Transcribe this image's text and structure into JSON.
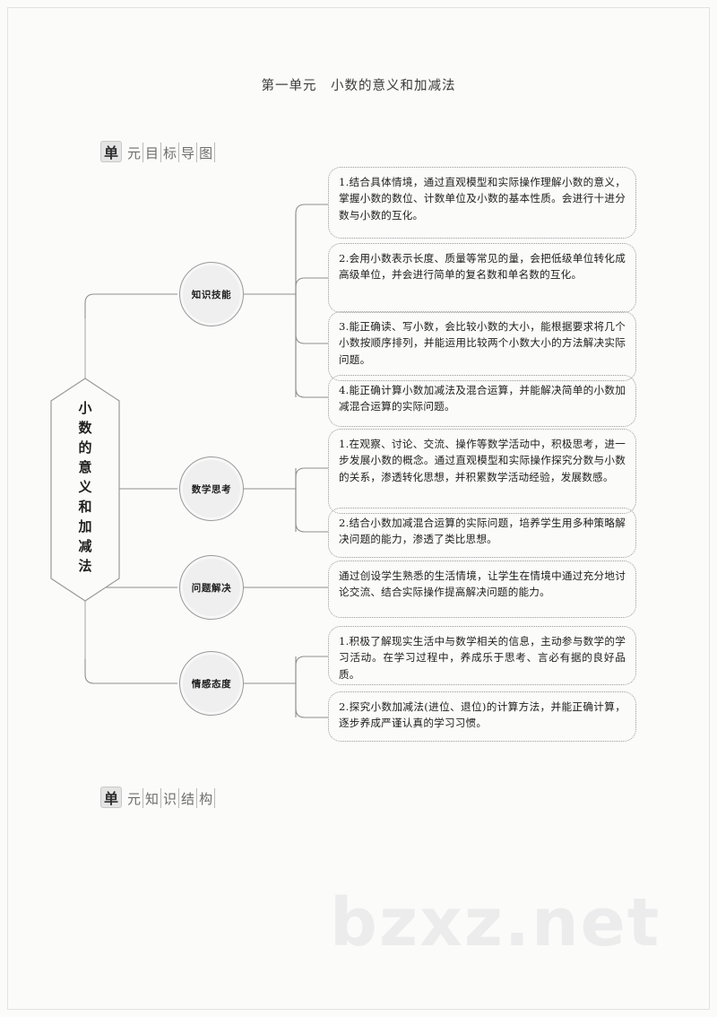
{
  "document": {
    "title": "第一单元　小数的意义和加减法",
    "watermark": "bzxz.net"
  },
  "sections": [
    {
      "id": "unit-goal-map",
      "chars": [
        "单",
        "元",
        "目",
        "标",
        "导",
        "图"
      ],
      "text": "单元目标导图"
    },
    {
      "id": "unit-knowledge-structure",
      "chars": [
        "单",
        "元",
        "知",
        "识",
        "结",
        "构"
      ],
      "text": "单元知识结构"
    }
  ],
  "mindmap": {
    "root": {
      "label": "小数的意义和加减法"
    },
    "branches": [
      {
        "id": "knowledge-skill",
        "label": "知识技能",
        "items": [
          "1.结合具体情境，通过直观模型和实际操作理解小数的意义，掌握小数的数位、计数单位及小数的基本性质。会进行十进分数与小数的互化。",
          "2.会用小数表示长度、质量等常见的量，会把低级单位转化成高级单位，并会进行简单的复名数和单名数的互化。",
          "3.能正确读、写小数，会比较小数的大小，能根据要求将几个小数按顺序排列，并能运用比较两个小数大小的方法解决实际问题。",
          "4.能正确计算小数加减法及混合运算，并能解决简单的小数加减混合运算的实际问题。"
        ]
      },
      {
        "id": "math-thinking",
        "label": "数学思考",
        "items": [
          "1.在观察、讨论、交流、操作等数学活动中，积极思考，进一步发展小数的概念。通过直观模型和实际操作探究分数与小数的关系，渗透转化思想，并积累数学活动经验，发展数感。",
          "2.结合小数加减混合运算的实际问题，培养学生用多种策略解决问题的能力，渗透了类比思想。"
        ]
      },
      {
        "id": "problem-solving",
        "label": "问题解决",
        "items": [
          "通过创设学生熟悉的生活情境，让学生在情境中通过充分地讨论交流、结合实际操作提高解决问题的能力。"
        ]
      },
      {
        "id": "emotional-attitude",
        "label": "情感态度",
        "items": [
          "1.积极了解现实生活中与数学相关的信息，主动参与数学的学习活动。在学习过程中，养成乐于思考、言必有据的良好品质。",
          "2.探究小数加减法(进位、退位)的计算方法，并能正确计算，逐步养成严谨认真的学习习惯。"
        ]
      }
    ]
  },
  "colors": {
    "page_bg": "#fbfbfa",
    "node_fill": "#efefef",
    "node_stroke": "#9a9a9a",
    "connector": "#8f8f8f",
    "box_border": "#9b9b9b",
    "text": "#1d1d1d",
    "watermark": "#ececed"
  }
}
